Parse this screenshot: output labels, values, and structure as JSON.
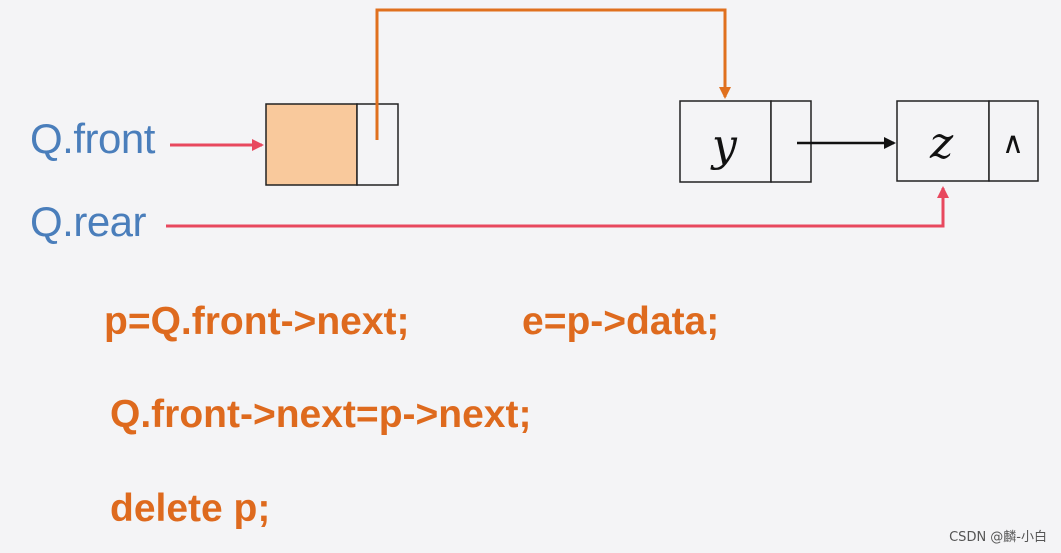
{
  "labels": {
    "front": "Q.front",
    "rear": "Q.rear"
  },
  "nodes": {
    "y_value": "y",
    "z_value": "z",
    "z_next": "∧"
  },
  "code": {
    "line1a": "p=Q.front->next;",
    "line1b": "e=p->data;",
    "line2": "Q.front->next=p->next;",
    "line3": "delete p;"
  },
  "watermark": "CSDN @麟-小白",
  "colors": {
    "label_blue": "#4a7ebb",
    "pointer_red": "#e8485e",
    "link_orange": "#e0701e",
    "head_fill": "#f9c99c",
    "code_orange": "#de6a1e"
  }
}
